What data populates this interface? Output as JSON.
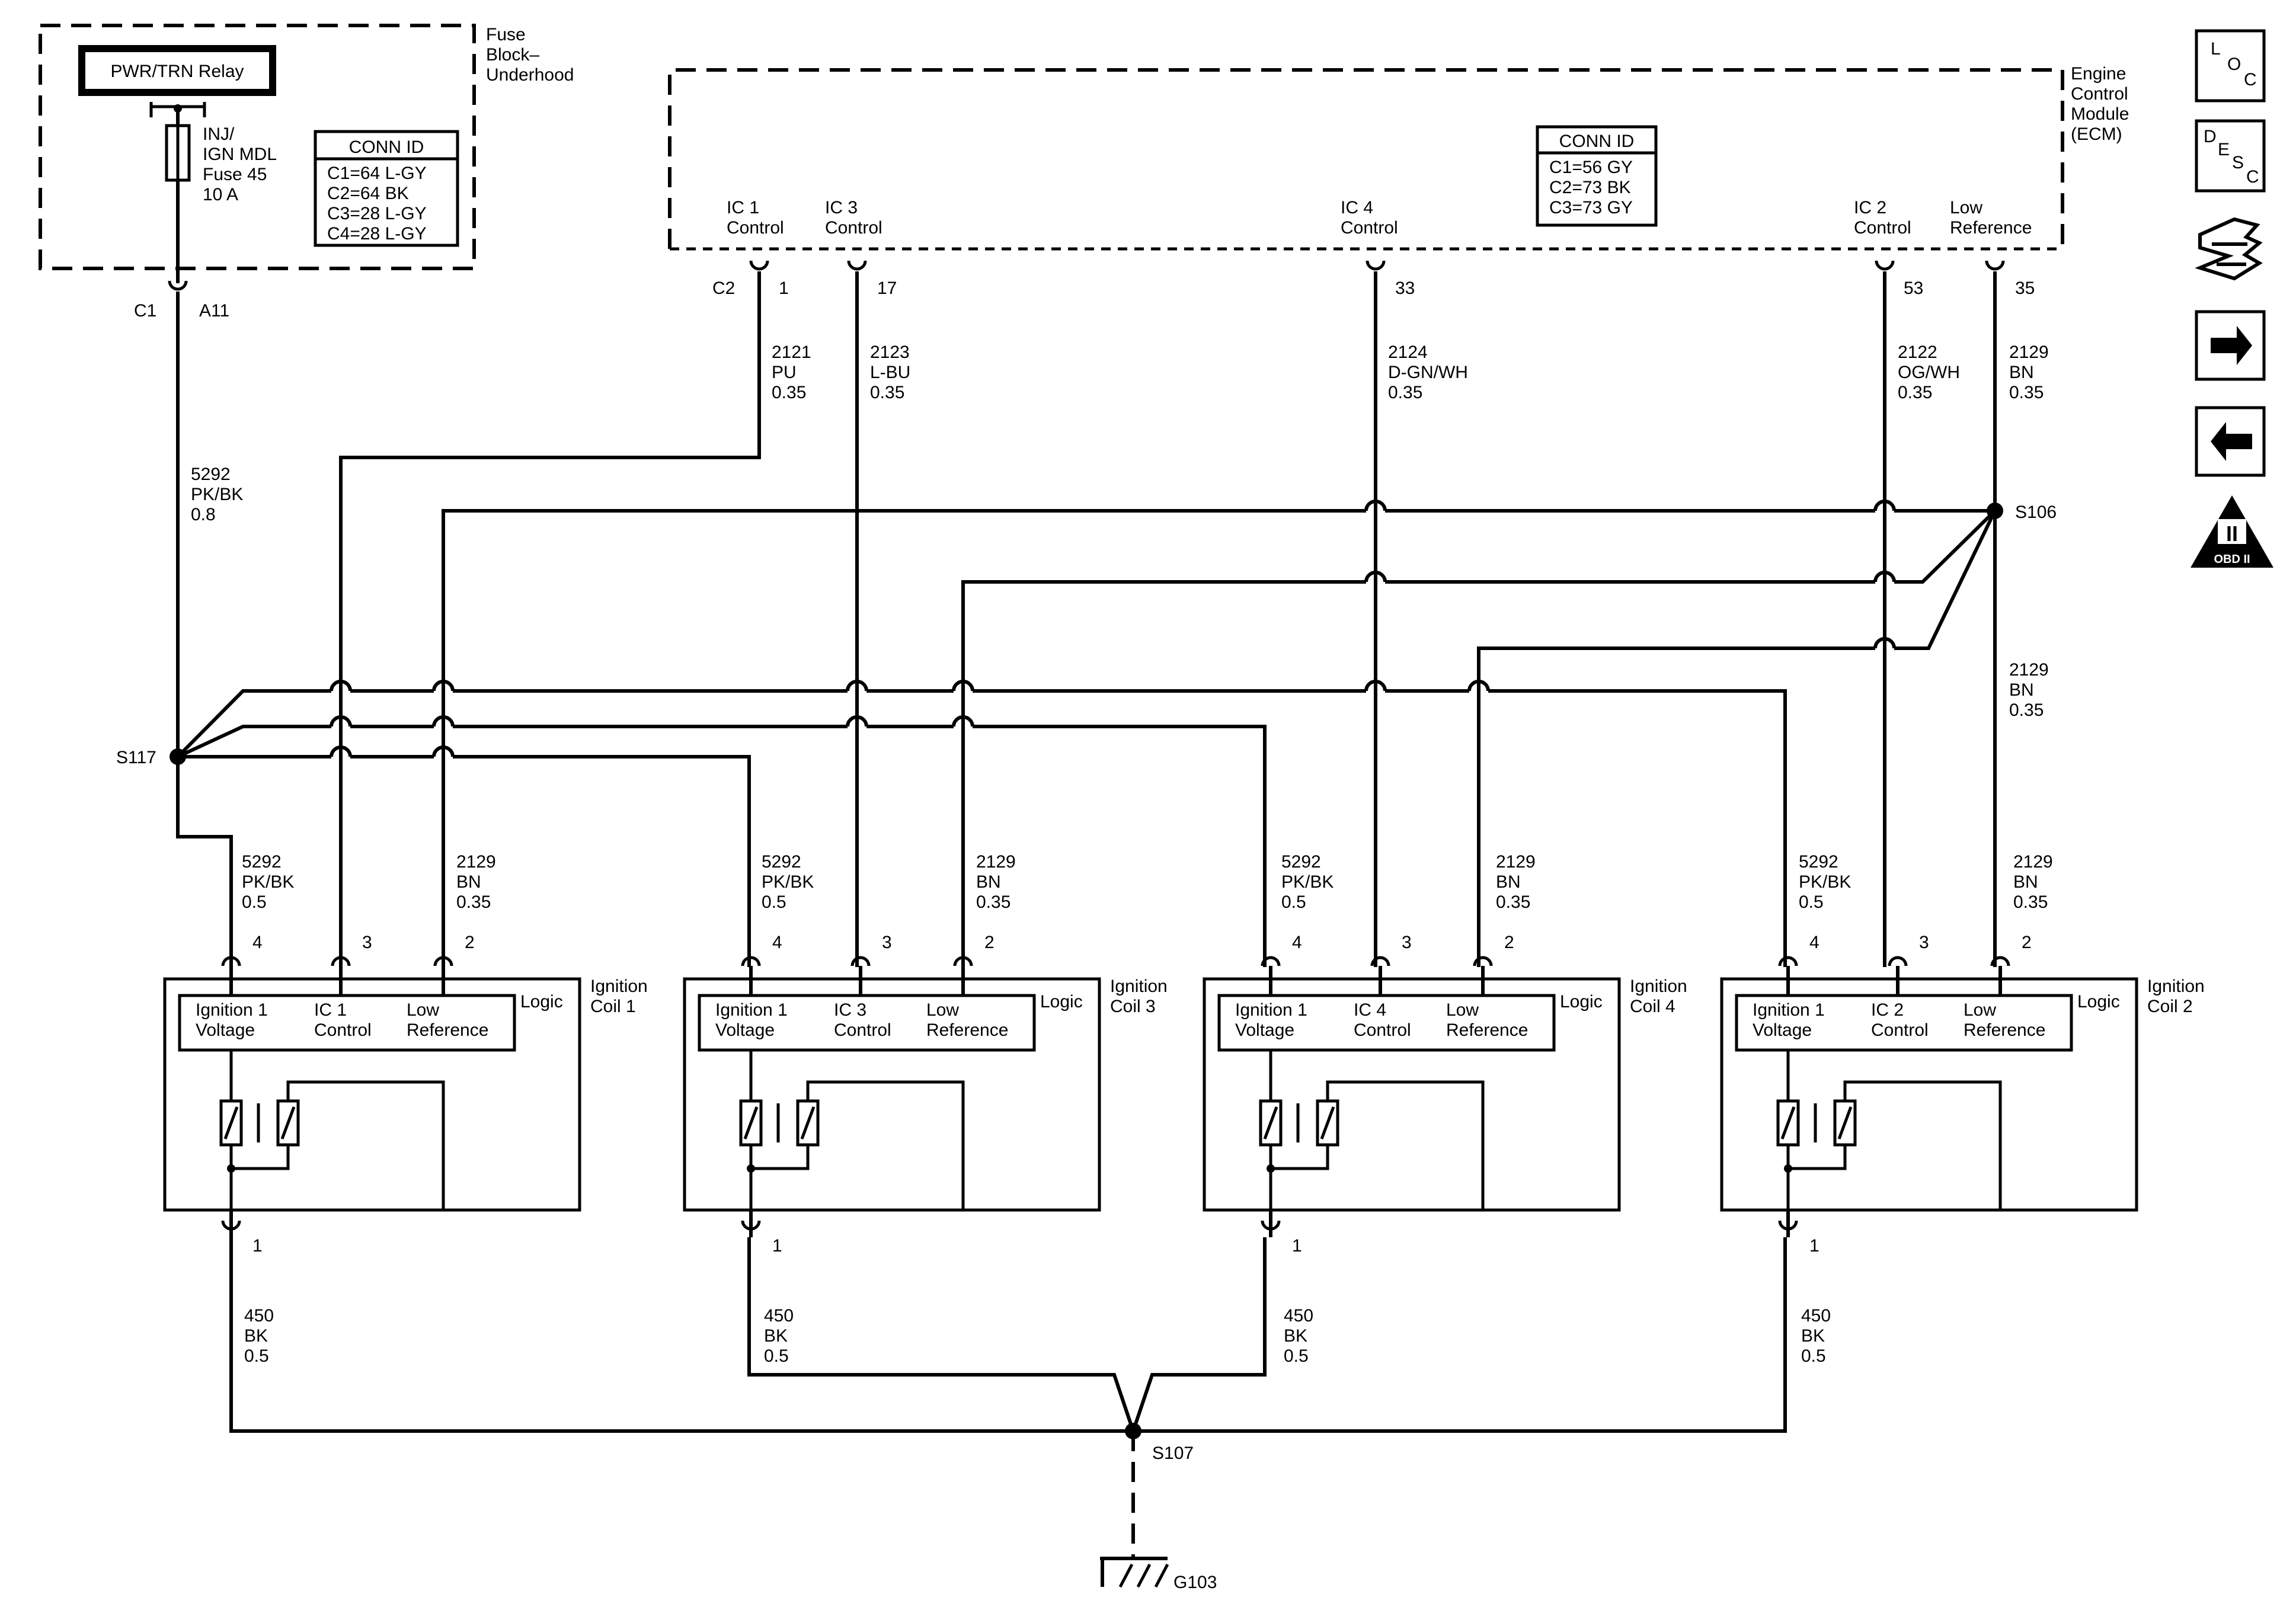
{
  "fuse_block": {
    "name_l1": "Fuse",
    "name_l2": "Block–",
    "name_l3": "Underhood",
    "relay": "PWR/TRN Relay",
    "fuse_l1": "INJ/",
    "fuse_l2": "IGN MDL",
    "fuse_l3": "Fuse 45",
    "fuse_l4": "10 A",
    "conn_title": "CONN ID",
    "conn": [
      "C1=64 L-GY",
      "C2=64 BK",
      "C3=28 L-GY",
      "C4=28 L-GY"
    ],
    "out_conn": "C1",
    "out_pin": "A11"
  },
  "ecm": {
    "name_l1": "Engine",
    "name_l2": "Control",
    "name_l3": "Module",
    "name_l4": "(ECM)",
    "conn_title": "CONN ID",
    "conn": [
      "C1=56 GY",
      "C2=73 BK",
      "C3=73 GY"
    ],
    "conn_label": "C2",
    "pins": [
      {
        "l1": "IC 1",
        "l2": "Control",
        "pin": "1"
      },
      {
        "l1": "IC 3",
        "l2": "Control",
        "pin": "17"
      },
      {
        "l1": "IC 4",
        "l2": "Control",
        "pin": "33"
      },
      {
        "l1": "IC 2",
        "l2": "Control",
        "pin": "53"
      },
      {
        "l1": "Low",
        "l2": "Reference",
        "pin": "35"
      }
    ]
  },
  "wires": {
    "w2121": [
      "2121",
      "PU",
      "0.35"
    ],
    "w2123": [
      "2123",
      "L-BU",
      "0.35"
    ],
    "w2124": [
      "2124",
      "D-GN/WH",
      "0.35"
    ],
    "w2122": [
      "2122",
      "OG/WH",
      "0.35"
    ],
    "w2129": [
      "2129",
      "BN",
      "0.35"
    ],
    "w5292": [
      "5292",
      "PK/BK",
      "0.8"
    ],
    "coil_feed": [
      "5292",
      "PK/BK",
      "0.5"
    ],
    "coil_ref": [
      "2129",
      "BN",
      "0.35"
    ],
    "ground": [
      "450",
      "BK",
      "0.5"
    ]
  },
  "splices": {
    "s117": "S117",
    "s106": "S106",
    "s107": "S107",
    "g103": "G103"
  },
  "coils": [
    {
      "name_l1": "Ignition",
      "name_l2": "Coil 1",
      "logic": "Logic",
      "a1": "Ignition 1",
      "a2": "Voltage",
      "b1": "IC 1",
      "b2": "Control",
      "c1": "Low",
      "c2": "Reference",
      "p4": "4",
      "p3": "3",
      "p2": "2",
      "p1": "1"
    },
    {
      "name_l1": "Ignition",
      "name_l2": "Coil 3",
      "logic": "Logic",
      "a1": "Ignition 1",
      "a2": "Voltage",
      "b1": "IC 3",
      "b2": "Control",
      "c1": "Low",
      "c2": "Reference",
      "p4": "4",
      "p3": "3",
      "p2": "2",
      "p1": "1"
    },
    {
      "name_l1": "Ignition",
      "name_l2": "Coil 4",
      "logic": "Logic",
      "a1": "Ignition 1",
      "a2": "Voltage",
      "b1": "IC 4",
      "b2": "Control",
      "c1": "Low",
      "c2": "Reference",
      "p4": "4",
      "p3": "3",
      "p2": "2",
      "p1": "1"
    },
    {
      "name_l1": "Ignition",
      "name_l2": "Coil 2",
      "logic": "Logic",
      "a1": "Ignition 1",
      "a2": "Voltage",
      "b1": "IC 2",
      "b2": "Control",
      "c1": "Low",
      "c2": "Reference",
      "p4": "4",
      "p3": "3",
      "p2": "2",
      "p1": "1"
    }
  ],
  "side_icons": {
    "loc": {
      "a": "L",
      "b": "O",
      "c": "C",
      "icon": "location-icon"
    },
    "desc": {
      "a": "D",
      "b": "E",
      "c": "S",
      "d": "C",
      "icon": "description-icon"
    },
    "repair": {
      "icon": "repair-icon"
    },
    "next": {
      "icon": "arrow-right-icon"
    },
    "prev": {
      "icon": "arrow-left-icon"
    },
    "obd": {
      "roman": "II",
      "label": "OBD II",
      "icon": "obd-ii-icon"
    }
  }
}
